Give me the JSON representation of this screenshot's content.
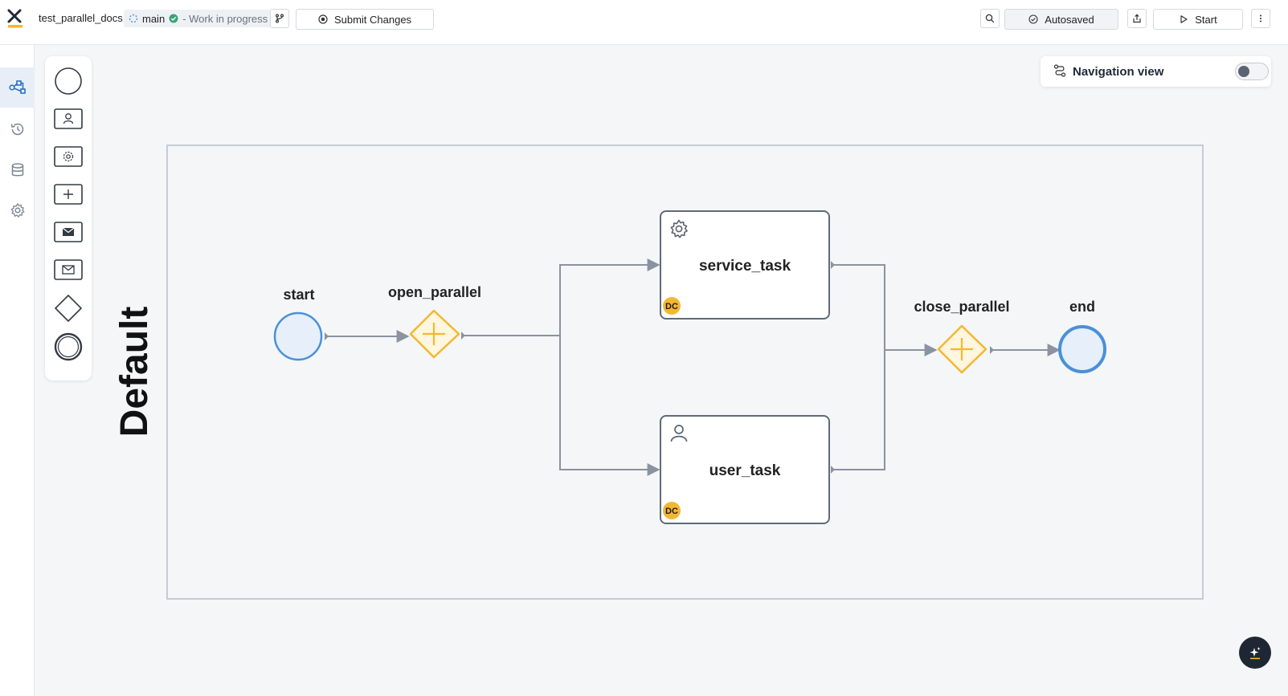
{
  "header": {
    "project_name": "test_parallel_docs",
    "branch": "main",
    "status": "- Work in progress",
    "submit_label": "Submit Changes",
    "autosave_label": "Autosaved",
    "start_label": "Start"
  },
  "rail": {
    "items": [
      "process-icon",
      "history-icon",
      "database-icon",
      "settings-icon"
    ],
    "active": "process-icon"
  },
  "palette": {
    "items": [
      "start-event-icon",
      "user-task-icon",
      "service-task-icon",
      "subprocess-icon",
      "message-send-icon",
      "message-receive-icon",
      "gateway-icon",
      "end-event-icon"
    ]
  },
  "navigation": {
    "label": "Navigation view",
    "enabled": false
  },
  "diagram": {
    "lane_label": "Default",
    "nodes": {
      "start": "start",
      "open_parallel": "open_parallel",
      "service_task": "service_task",
      "user_task": "user_task",
      "close_parallel": "close_parallel",
      "end": "end"
    },
    "badge": "DC"
  },
  "colors": {
    "accent": "#4a90d9",
    "gateway": "#f5b731",
    "badge": "#f5b731",
    "dark": "#1e2733"
  }
}
